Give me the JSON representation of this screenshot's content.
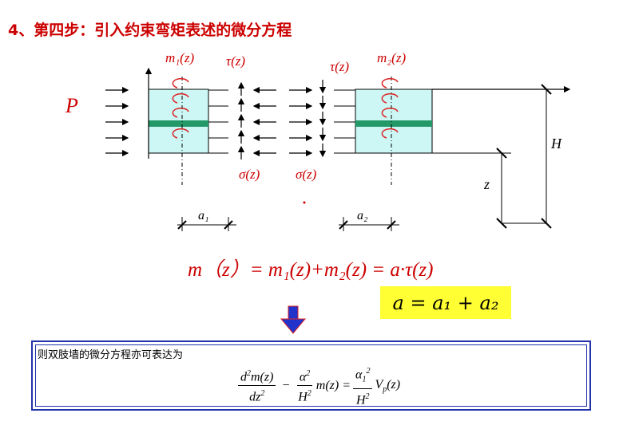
{
  "title": "4、第四步：引入约束弯矩表述的微分方程",
  "diagram": {
    "load_label": "P",
    "m1_label": "m₁(z)",
    "m2_label": "m₂(z)",
    "tau_label_left": "τ(z)",
    "tau_label_right": "τ(z)",
    "sigma_label_left": "σ(z)",
    "sigma_label_right": "σ(z)",
    "height_label": "H",
    "z_label": "z",
    "a1_label": "a₁",
    "a2_label": "a₂",
    "colors": {
      "wall_fill": "#ccf7f5",
      "beam": "#229966",
      "moment": "#dd2222",
      "arrow_down": "#2233cc"
    }
  },
  "equation_main": "m（z）=  m₁(z)+m₂(z) = a·τ(z)",
  "equation_a": "a = a₁ + a₂",
  "box": {
    "text": "则双肢墙的微分方程亦可表达为"
  }
}
